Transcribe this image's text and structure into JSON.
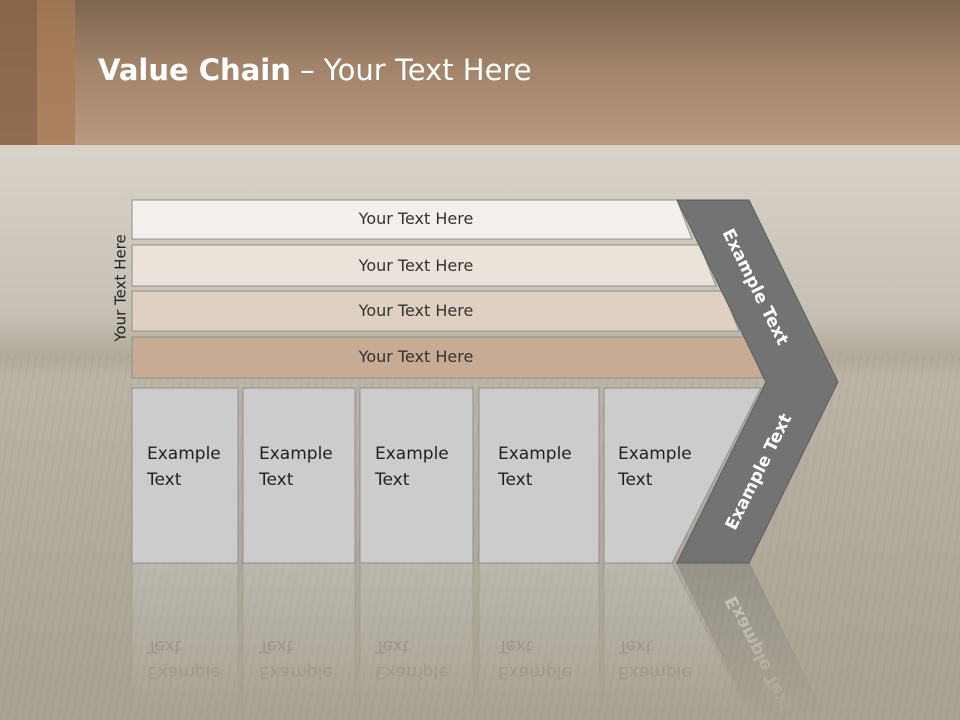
{
  "title": {
    "bold": "Value Chain",
    "rest": " – Your Text Here"
  },
  "side_label": "Your Text Here",
  "bars": [
    {
      "label": "Your Text Here",
      "color": "#f3f0ec"
    },
    {
      "label": "Your Text Here",
      "color": "#ebe2d9"
    },
    {
      "label": "Your Text Here",
      "color": "#e0d0c1"
    },
    {
      "label": "Your Text Here",
      "color": "#c8ab94"
    }
  ],
  "boxes": [
    {
      "line1": "Example",
      "line2": "Text"
    },
    {
      "line1": "Example",
      "line2": "Text"
    },
    {
      "line1": "Example",
      "line2": "Text"
    },
    {
      "line1": "Example",
      "line2": "Text"
    },
    {
      "line1": "Example",
      "line2": "Text"
    }
  ],
  "arrow_upper_label": "Example Text",
  "arrow_lower_label": "Example Text",
  "colors": {
    "arrow": "#737373",
    "box": "#cccccc",
    "header_text": "#ffffff"
  }
}
